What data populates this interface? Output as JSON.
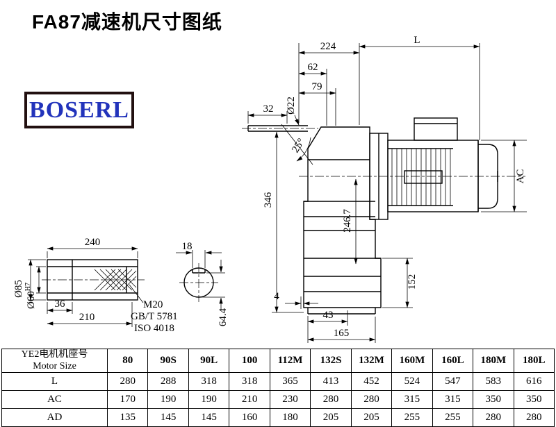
{
  "title": "FA87减速机尺寸图纸",
  "logo": {
    "text": "BOSERL"
  },
  "drawing": {
    "dims": {
      "d224": "224",
      "dL": "L",
      "d62": "62",
      "d79": "79",
      "d32": "32",
      "dia22": "Ø22",
      "ang25": "25°",
      "d346": "346",
      "d246_7": "246.7",
      "dAC": "AC",
      "d152": "152",
      "d4": "4",
      "d43": "43",
      "d165": "165",
      "d240": "240",
      "d36": "36",
      "d210": "210",
      "dia85": "Ø85",
      "dia60": "Ø60",
      "dia60_tol": "H7",
      "d18": "18",
      "d64_4": "64.4",
      "thread": "M20",
      "std1": "GB/T 5781",
      "std2": "ISO 4018"
    }
  },
  "table": {
    "header": {
      "line1": "YE2电机机座号",
      "line2": "Motor Size"
    },
    "columns": [
      "80",
      "90S",
      "90L",
      "100",
      "112M",
      "132S",
      "132M",
      "160M",
      "160L",
      "180M",
      "180L"
    ],
    "rows": [
      {
        "label": "L",
        "values": [
          "280",
          "288",
          "318",
          "318",
          "365",
          "413",
          "452",
          "524",
          "547",
          "583",
          "616"
        ]
      },
      {
        "label": "AC",
        "values": [
          "170",
          "190",
          "190",
          "210",
          "230",
          "280",
          "280",
          "315",
          "315",
          "350",
          "350"
        ]
      },
      {
        "label": "AD",
        "values": [
          "135",
          "145",
          "145",
          "160",
          "180",
          "205",
          "205",
          "255",
          "255",
          "280",
          "280"
        ]
      }
    ]
  }
}
